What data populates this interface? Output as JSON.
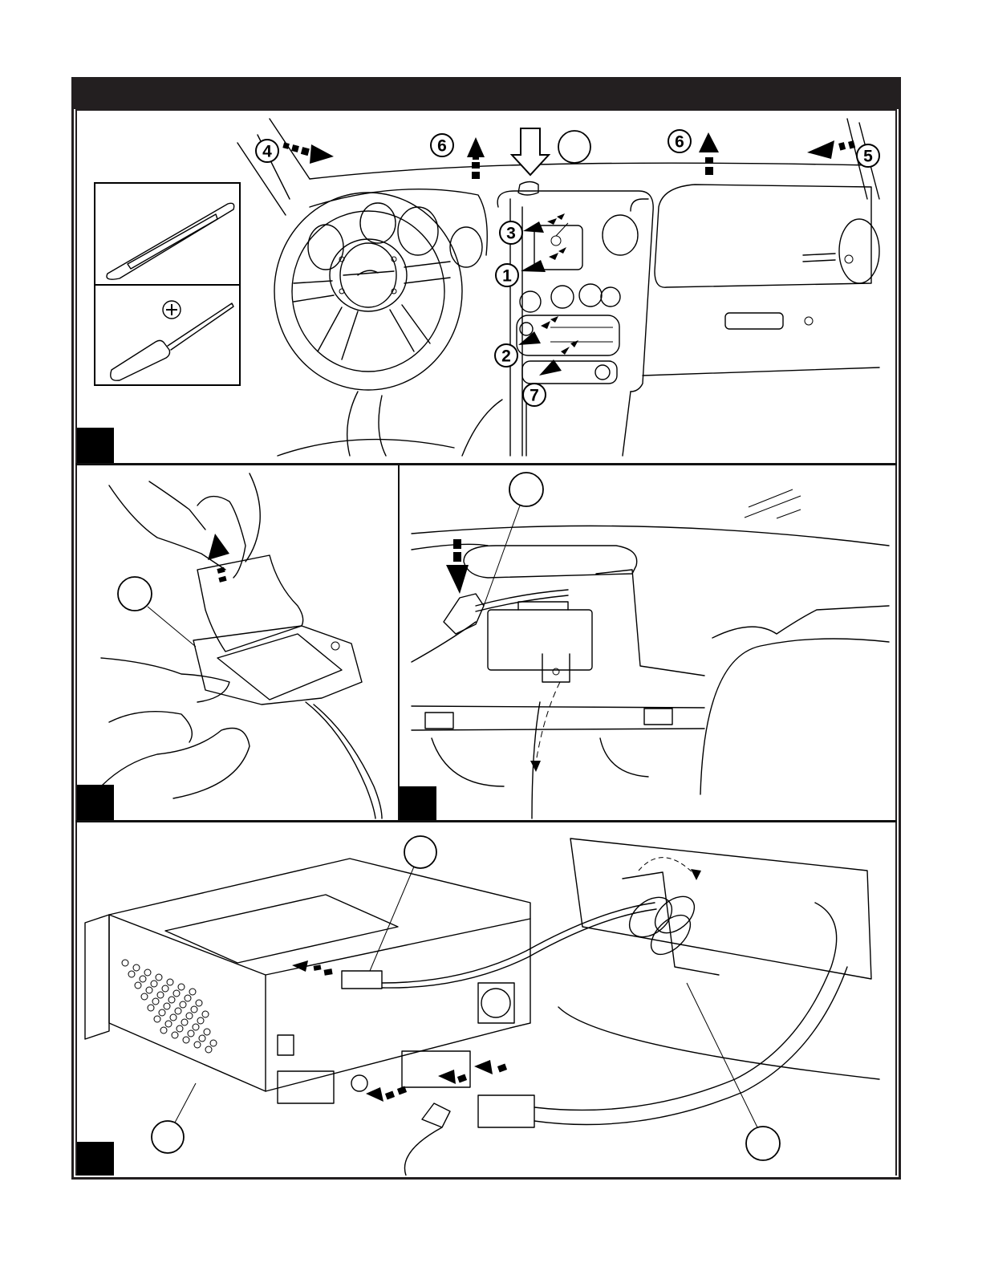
{
  "page": {
    "header_title": "",
    "background": "#ffffff",
    "ink_color": "#231f20"
  },
  "panels": [
    {
      "id": "panel-1",
      "step_label": "",
      "subject": "dashboard removal overview",
      "tools": [
        {
          "name": "trim-panel-tool",
          "label": ""
        },
        {
          "name": "phillips-screwdriver",
          "label": ""
        }
      ],
      "callouts": [
        {
          "number": "1",
          "meaning": "remove trim bezel"
        },
        {
          "number": "2",
          "meaning": "remove radio"
        },
        {
          "number": "3",
          "meaning": "remove screw"
        },
        {
          "number": "4",
          "meaning": "pull left panel"
        },
        {
          "number": "5",
          "meaning": "pull right panel"
        },
        {
          "number": "6",
          "meaning": "lift top pad"
        },
        {
          "number": "6",
          "meaning": "lift top pad"
        },
        {
          "number": "7",
          "meaning": "remove lower bezel"
        }
      ],
      "reference_circles": [
        ""
      ]
    },
    {
      "id": "panel-2",
      "step_label": "",
      "subject": "peel adhesive backing from antenna",
      "reference_circles": [
        ""
      ]
    },
    {
      "id": "panel-3",
      "step_label": "",
      "subject": "mount antenna on dash and route cable",
      "reference_circles": [
        ""
      ]
    },
    {
      "id": "panel-4",
      "step_label": "",
      "subject": "connect cables to radio and stow excess",
      "reference_circles": [
        "",
        "",
        ""
      ]
    }
  ]
}
